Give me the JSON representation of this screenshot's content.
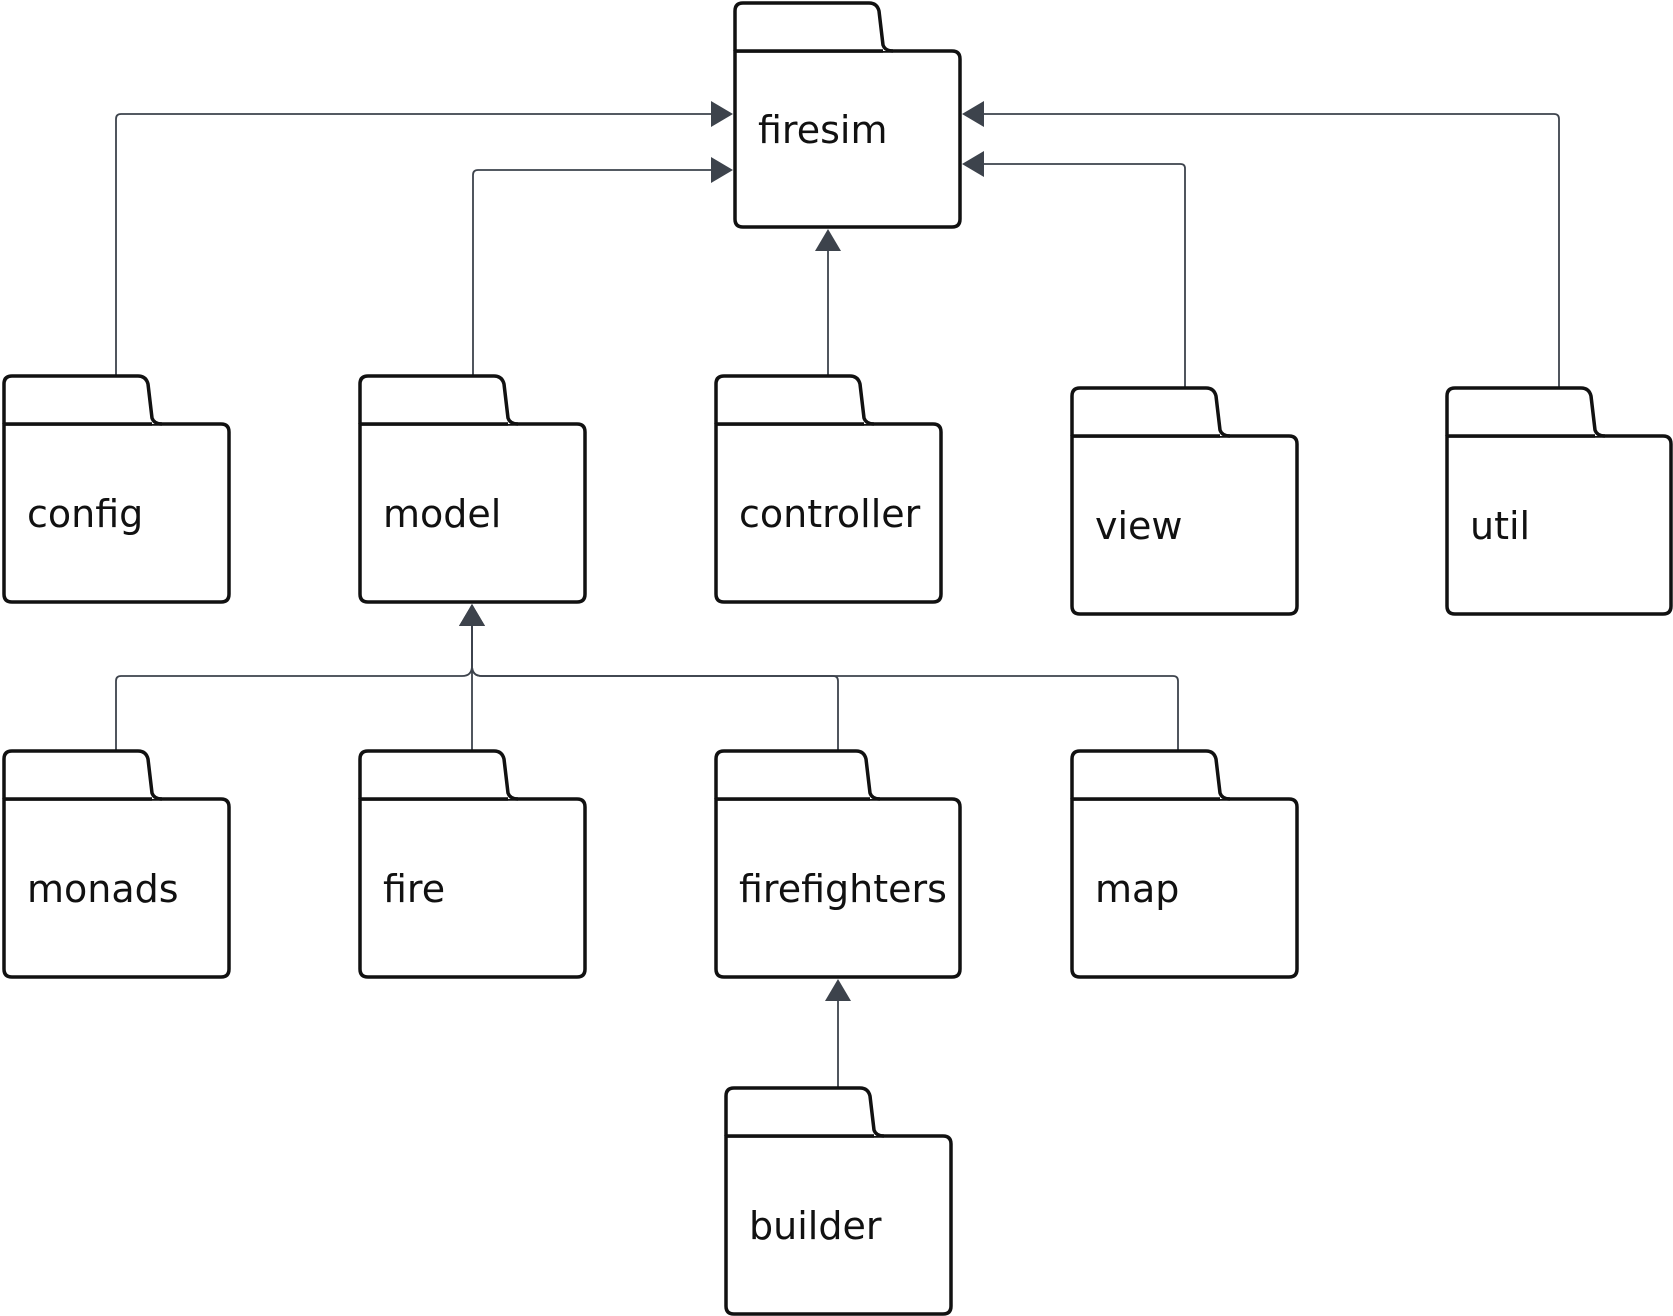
{
  "diagram": {
    "type": "uml-package-dependency",
    "colors": {
      "outline": "#111111",
      "connector": "#3d434c",
      "background": "#ffffff"
    },
    "packages": [
      {
        "id": "firesim",
        "label": "firesim"
      },
      {
        "id": "config",
        "label": "config"
      },
      {
        "id": "model",
        "label": "model"
      },
      {
        "id": "controller",
        "label": "controller"
      },
      {
        "id": "view",
        "label": "view"
      },
      {
        "id": "util",
        "label": "util"
      },
      {
        "id": "monads",
        "label": "monads"
      },
      {
        "id": "fire",
        "label": "fire"
      },
      {
        "id": "firefighters",
        "label": "firefighters"
      },
      {
        "id": "map",
        "label": "map"
      },
      {
        "id": "builder",
        "label": "builder"
      }
    ],
    "dependencies": [
      {
        "from": "config",
        "to": "firesim"
      },
      {
        "from": "model",
        "to": "firesim"
      },
      {
        "from": "controller",
        "to": "firesim"
      },
      {
        "from": "view",
        "to": "firesim"
      },
      {
        "from": "util",
        "to": "firesim"
      },
      {
        "from": "monads",
        "to": "model"
      },
      {
        "from": "fire",
        "to": "model"
      },
      {
        "from": "firefighters",
        "to": "model"
      },
      {
        "from": "map",
        "to": "model"
      },
      {
        "from": "builder",
        "to": "firefighters"
      }
    ]
  }
}
